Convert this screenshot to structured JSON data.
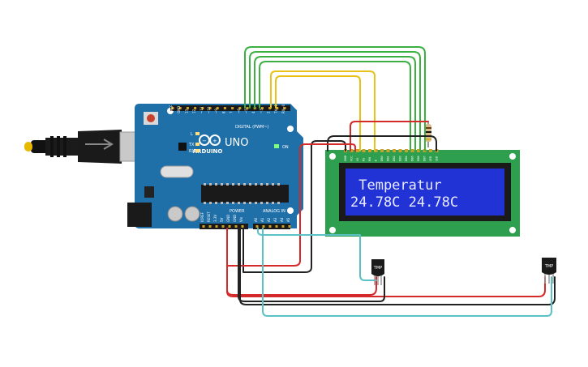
{
  "board": {
    "name": "UNO",
    "brand": "ARDUINO",
    "digital_label": "DIGITAL (PWM~)",
    "power_label": "POWER",
    "analog_label": "ANALOG IN",
    "on_label": "ON",
    "led_l": "L",
    "led_tx": "TX",
    "led_rx": "RX",
    "top_pins": [
      "AREF",
      "GND",
      "13",
      "12",
      "~11",
      "~10",
      "~9",
      "8",
      "7",
      "~6",
      "~5",
      "4",
      "~3",
      "2",
      "TX→1",
      "RX←0"
    ],
    "power_pins": [
      "IOREF",
      "RESET",
      "3.3V",
      "5V",
      "GND",
      "GND",
      "Vin"
    ],
    "analog_pins": [
      "A0",
      "A1",
      "A2",
      "A3",
      "A4",
      "A5"
    ]
  },
  "lcd": {
    "line1": " Temperatur",
    "line2": "24.78C 24.78C",
    "pins": [
      "GND",
      "VCC",
      "V0",
      "RS",
      "RW",
      "E",
      "DB0",
      "DB1",
      "DB2",
      "DB3",
      "DB4",
      "DB5",
      "DB6",
      "DB7",
      "LED",
      "LED"
    ]
  },
  "sensors": [
    {
      "label": "TMP"
    },
    {
      "label": "TMP"
    }
  ],
  "colors": {
    "board": "#1f6fa8",
    "lcd_pcb": "#2e9e4f",
    "lcd_screen": "#2233d6",
    "lcd_text": "#e8eaff",
    "wire_red": "#d42a2a",
    "wire_black": "#222222",
    "wire_green": "#3cb043",
    "wire_yellow": "#e8c21a",
    "wire_cyan": "#5cc1c4"
  }
}
